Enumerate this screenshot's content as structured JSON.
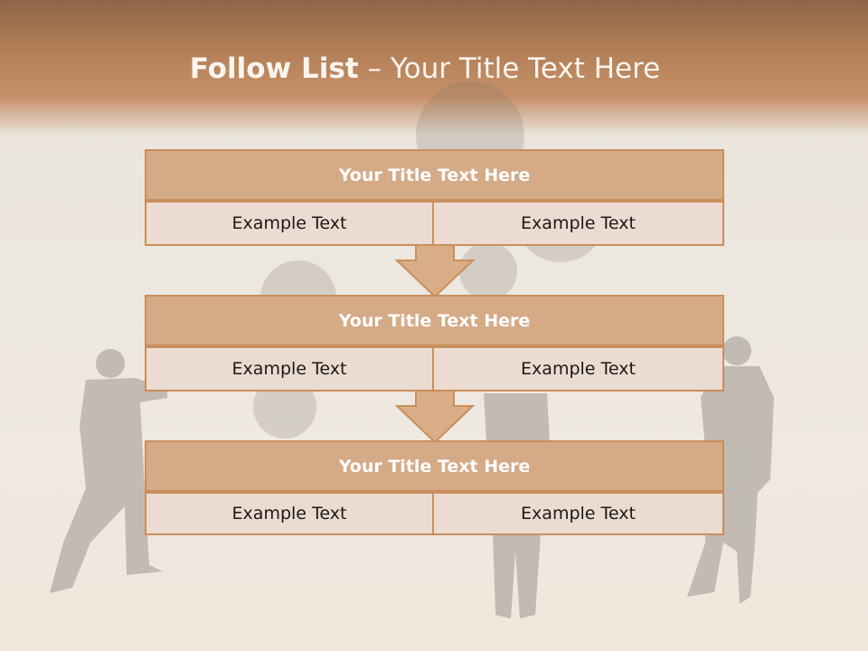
{
  "slide": {
    "title_bold": "Follow List",
    "title_rest": " – Your Title Text Here"
  },
  "blocks": [
    {
      "title": "Your Title Text Here",
      "left_text": "Example Text",
      "right_text": "Example Text"
    },
    {
      "title": "Your Title Text Here",
      "left_text": "Example Text",
      "right_text": "Example Text"
    },
    {
      "title": "Your Title Text Here",
      "left_text": "Example Text",
      "right_text": "Example Text"
    }
  ],
  "colors": {
    "header": "#b07e56",
    "block_title_fill": "#d5aa86",
    "block_cell_fill": "#ecdbd0",
    "border": "#c98f5d"
  }
}
